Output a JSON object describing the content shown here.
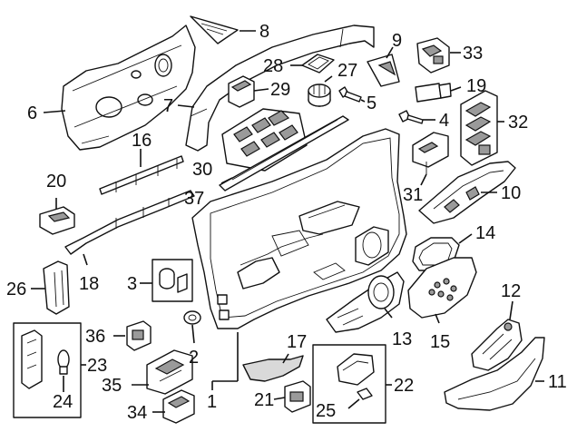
{
  "callouts": {
    "c1": "1",
    "c2": "2",
    "c3": "3",
    "c4": "4",
    "c5": "5",
    "c6": "6",
    "c7": "7",
    "c8": "8",
    "c9": "9",
    "c10": "10",
    "c11": "11",
    "c12": "12",
    "c13": "13",
    "c14": "14",
    "c15": "15",
    "c16": "16",
    "c17": "17",
    "c18": "18",
    "c19": "19",
    "c20": "20",
    "c21": "21",
    "c22": "22",
    "c23": "23",
    "c24": "24",
    "c25": "25",
    "c26": "26",
    "c27": "27",
    "c28": "28",
    "c29": "29",
    "c30": "30",
    "c31": "31",
    "c32": "32",
    "c33": "33",
    "c34": "34",
    "c35": "35",
    "c36": "36",
    "c37": "37"
  }
}
